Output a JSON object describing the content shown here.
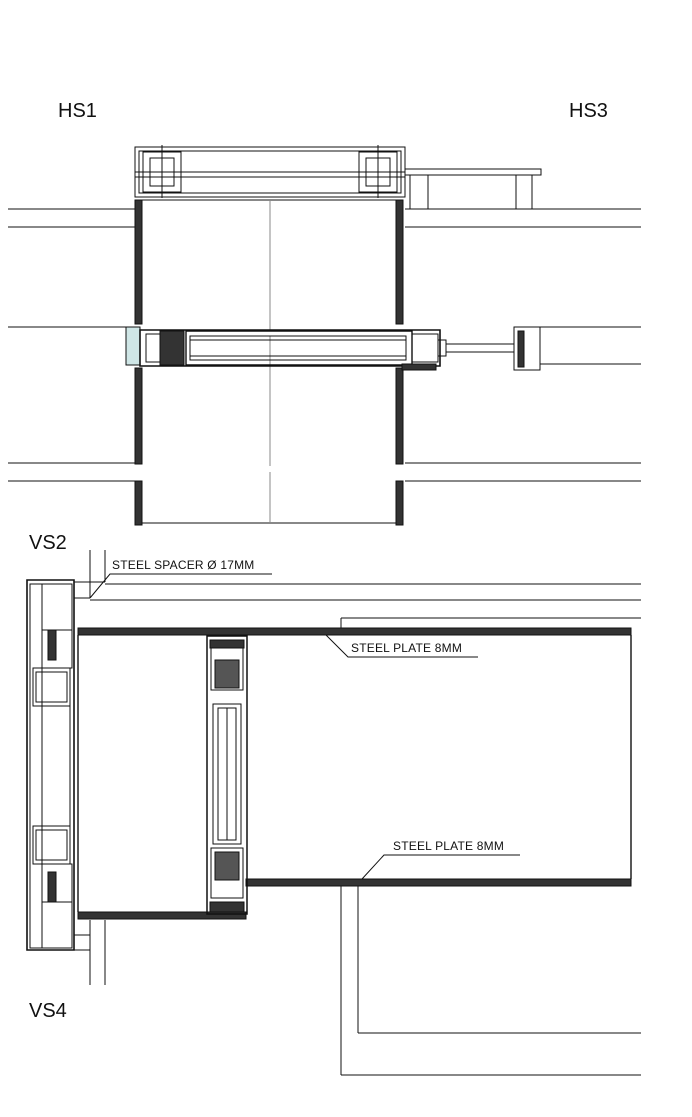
{
  "section_labels": {
    "hs1": "HS1",
    "hs3": "HS3",
    "vs2": "VS2",
    "vs4": "VS4"
  },
  "annotations": {
    "steel_spacer": "STEEL SPACER Ø 17MM",
    "steel_plate_top": "STEEL PLATE 8MM",
    "steel_plate_bottom": "STEEL PLATE 8MM"
  },
  "colors": {
    "line": "#111111",
    "plate_fill": "#333333",
    "glass_tint": "#cfe6e6"
  }
}
